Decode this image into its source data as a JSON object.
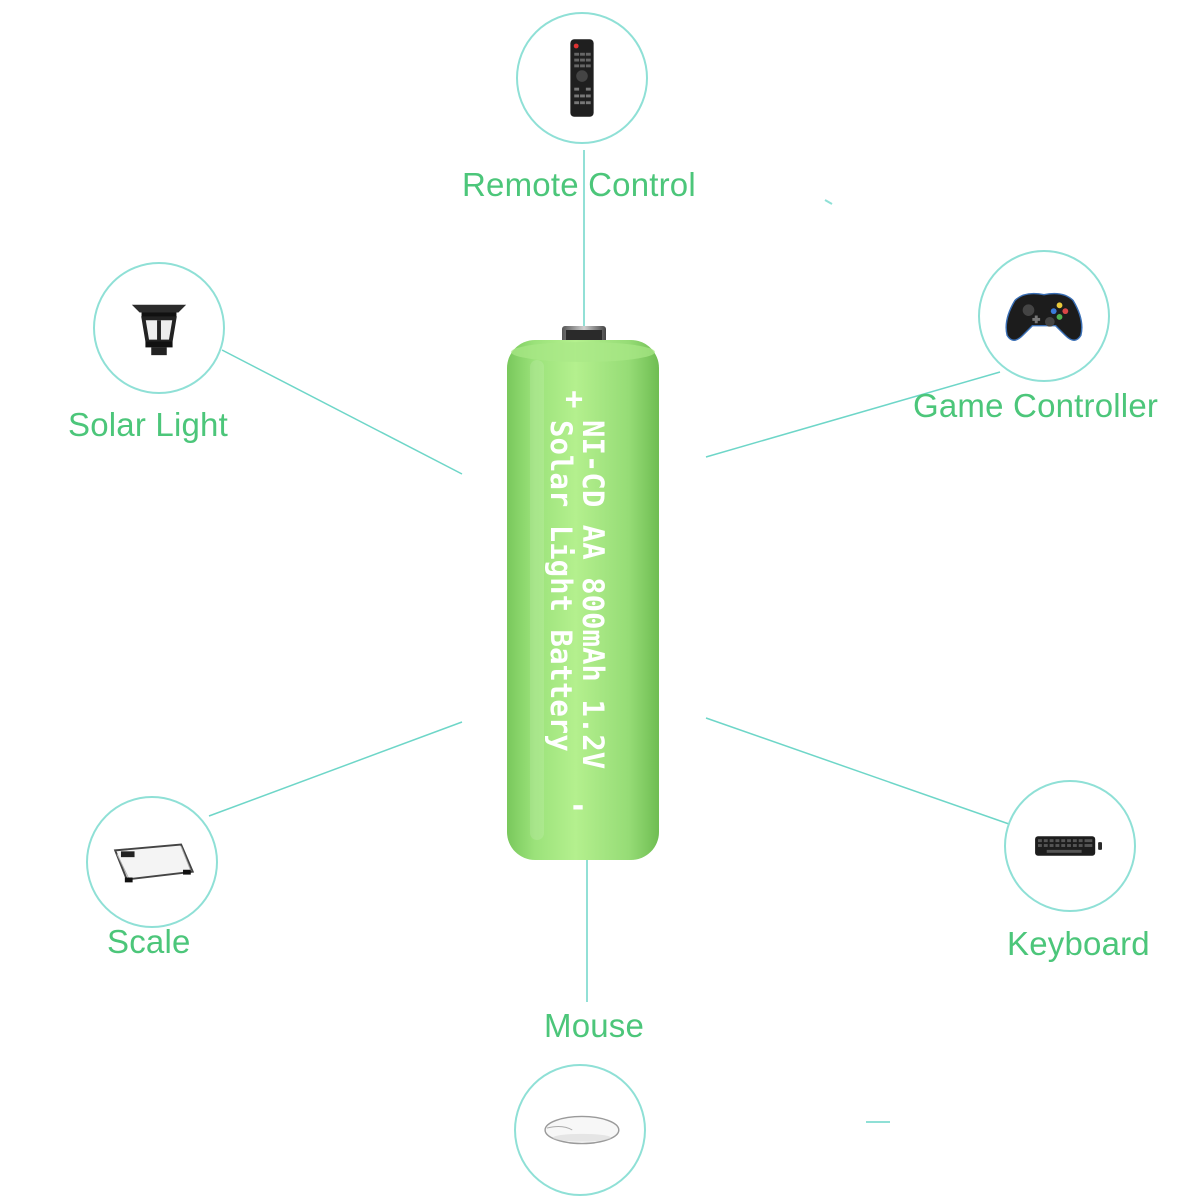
{
  "colors": {
    "accent_label": "#4cc67a",
    "circle_border": "#8fe0d6",
    "connector_line": "#6ed6c8",
    "battery_body": "#9fe07e",
    "battery_text": "#ffffff"
  },
  "battery": {
    "line1": "NI-CD AA 800mAh 1.2V",
    "line2": "Solar Light Battery",
    "plus": "+",
    "minus": "-"
  },
  "applications": [
    {
      "label": "Remote Control",
      "icon": "remote-control-icon"
    },
    {
      "label": "Solar Light",
      "icon": "solar-light-icon"
    },
    {
      "label": "Game Controller",
      "icon": "game-controller-icon"
    },
    {
      "label": "Scale",
      "icon": "scale-icon"
    },
    {
      "label": "Keyboard",
      "icon": "keyboard-icon"
    },
    {
      "label": "Mouse",
      "icon": "mouse-icon"
    }
  ]
}
